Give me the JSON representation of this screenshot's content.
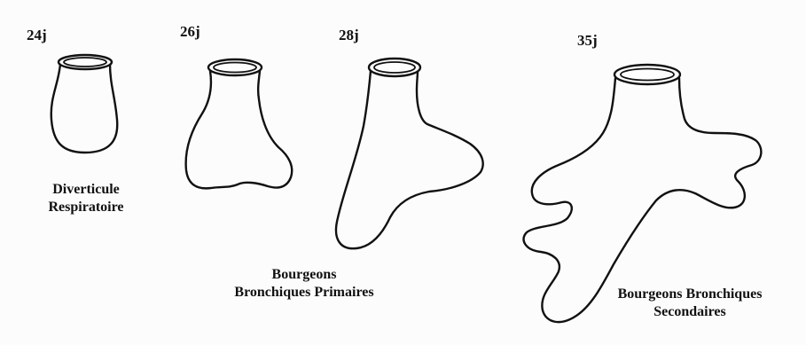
{
  "stages": [
    {
      "day": "24j"
    },
    {
      "day": "26j"
    },
    {
      "day": "28j"
    },
    {
      "day": "35j"
    }
  ],
  "captions": {
    "diverticule": [
      "Diverticule",
      "Respiratoire"
    ],
    "primaires": [
      "Bourgeons",
      "Bronchiques Primaires"
    ],
    "secondaires": [
      "Bourgeons Bronchiques",
      "Secondaires"
    ]
  },
  "colors": {
    "ink": "#111111",
    "paper": "#fcfcfc"
  }
}
